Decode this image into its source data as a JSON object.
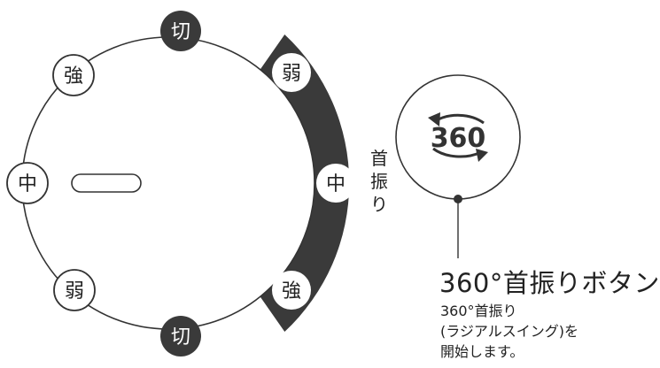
{
  "dial": {
    "top_off": "切",
    "bottom_off": "切",
    "left_strong": "強",
    "left_medium": "中",
    "left_weak": "弱"
  },
  "oscillation_arc": {
    "weak": "弱",
    "medium": "中",
    "strong": "強",
    "label": [
      "首",
      "振",
      "り"
    ]
  },
  "button": {
    "number": "360"
  },
  "callout": {
    "title": "360°首振りボタン",
    "desc_lines": [
      "360°首振り",
      "(ラジアルスイング)を",
      "開始します。"
    ]
  },
  "colors": {
    "dark": "#3a3a3a",
    "outline": "#333333",
    "text_dark": "#222222",
    "white": "#ffffff"
  }
}
